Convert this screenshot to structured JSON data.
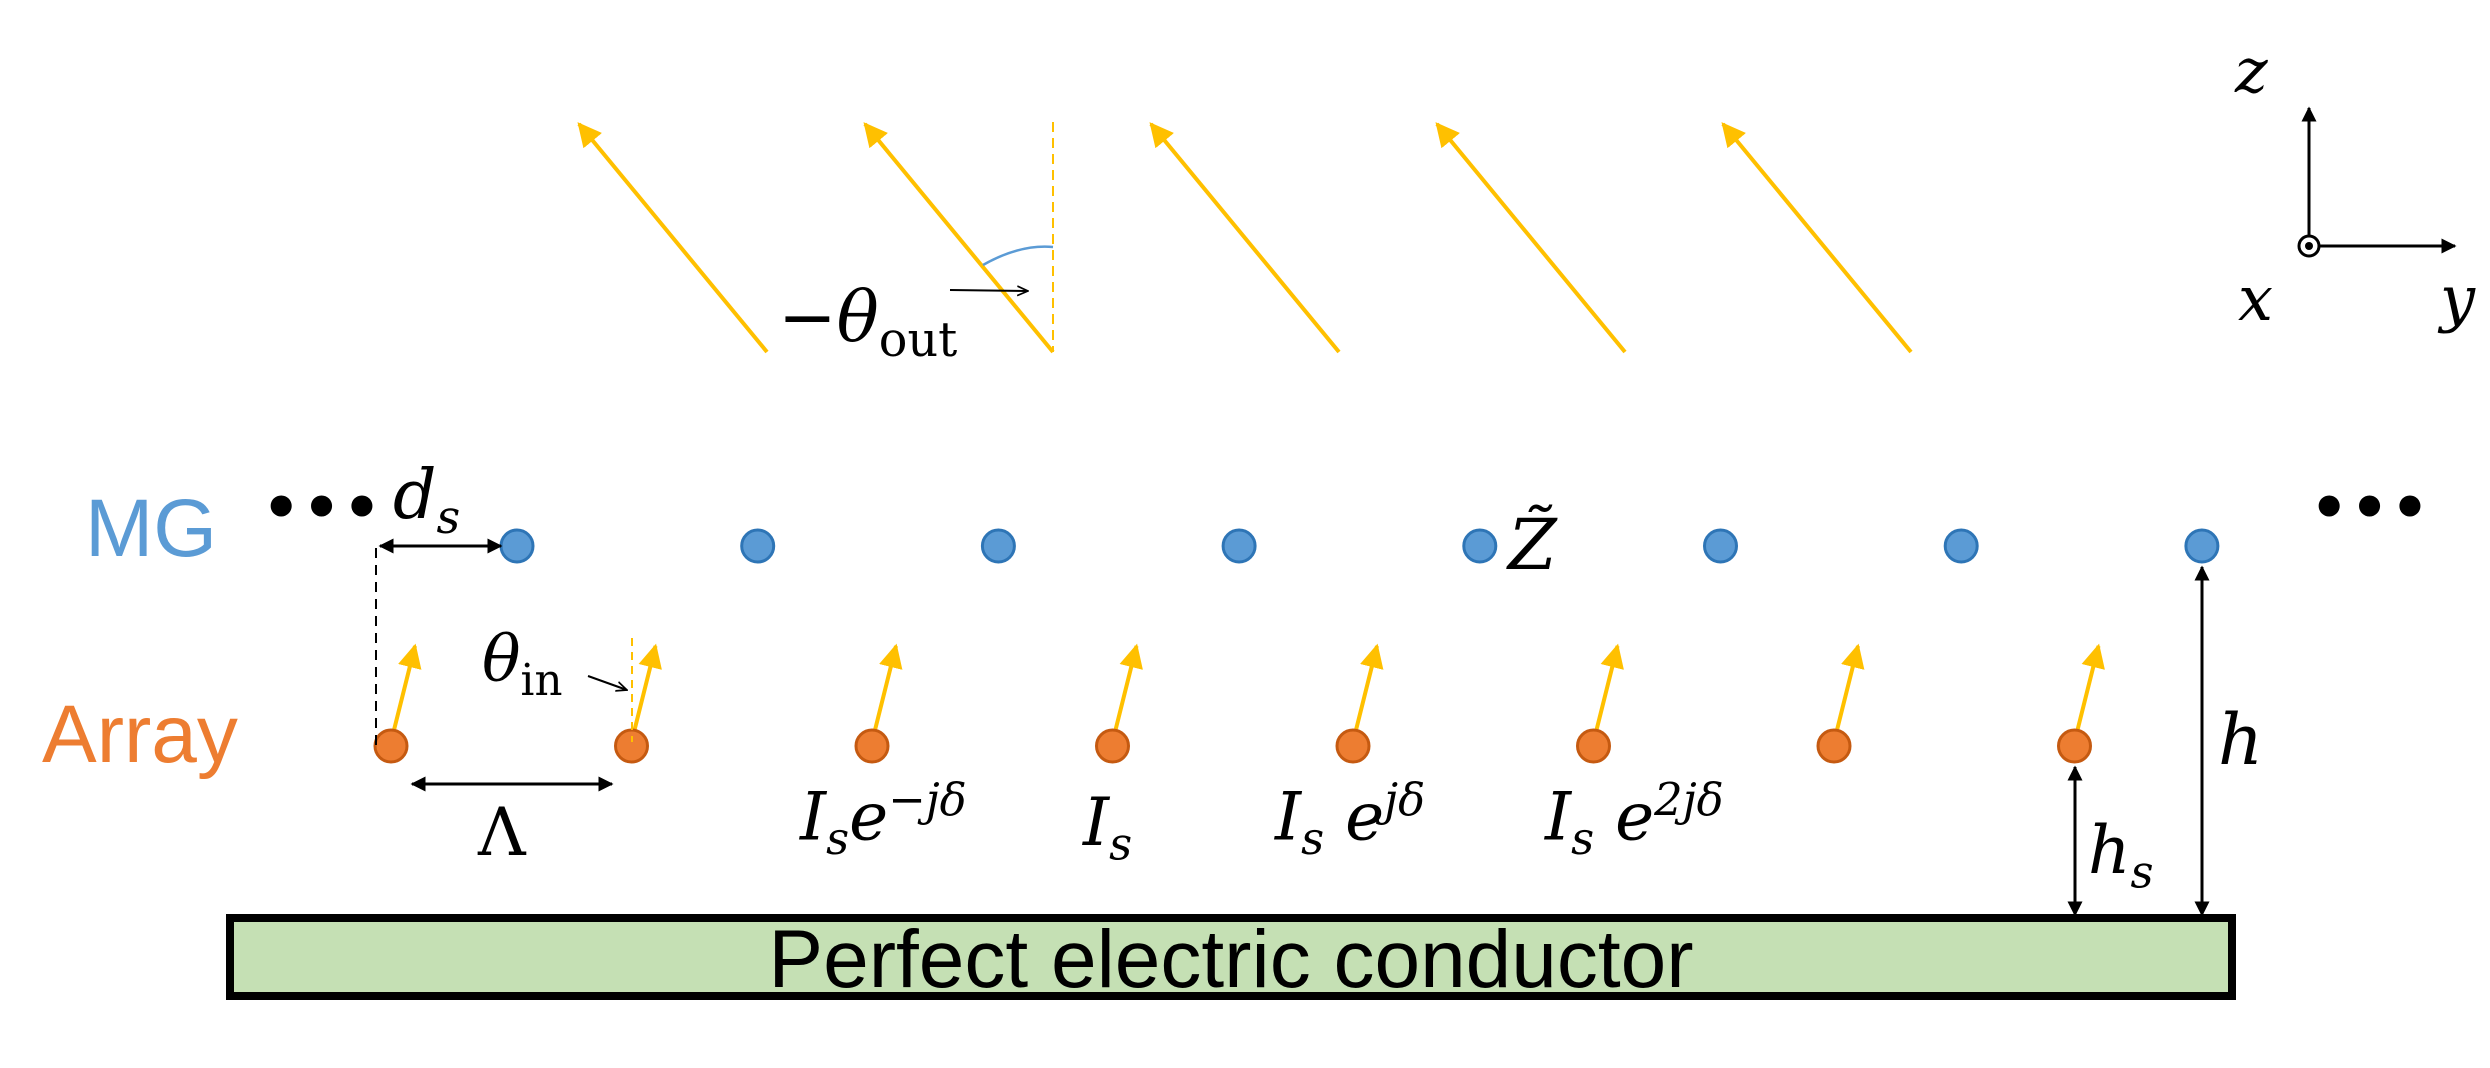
{
  "labels": {
    "mg": "MG",
    "array": "Array",
    "pec": "Perfect electric conductor",
    "ellipsis": "•••",
    "ds": {
      "base": "d",
      "sub": "s"
    },
    "theta_out": {
      "base": "−θ",
      "sub": "out"
    },
    "theta_in": {
      "base": "θ",
      "sub": "in"
    },
    "lambda": "Λ",
    "z_tilde": "Z̃",
    "h": "h",
    "hs": {
      "base": "h",
      "sub": "s"
    },
    "currents": [
      {
        "base": "I",
        "sub": "s",
        "mid": "e",
        "sup": "−jδ"
      },
      {
        "base": "I",
        "sub": "s",
        "mid": "",
        "sup": ""
      },
      {
        "base": "I",
        "sub": "s",
        "mid": " e",
        "sup": "jδ"
      },
      {
        "base": "I",
        "sub": "s",
        "mid": " e",
        "sup": "2jδ"
      }
    ],
    "axes": {
      "z": "z",
      "x": "x",
      "y": "y"
    }
  },
  "colors": {
    "mg_blue": "#5b9bd5",
    "mg_stroke": "#2e75b6",
    "array_orange": "#ed7d31",
    "array_stroke": "#c55a11",
    "ray_gold": "#ffc000",
    "pec_fill": "#c5e0b4",
    "angle_arc": "#5b9bd5",
    "black": "#000000"
  },
  "counts": {
    "mg_elements": 8,
    "array_elements": 8,
    "outgoing_rays": 5
  }
}
